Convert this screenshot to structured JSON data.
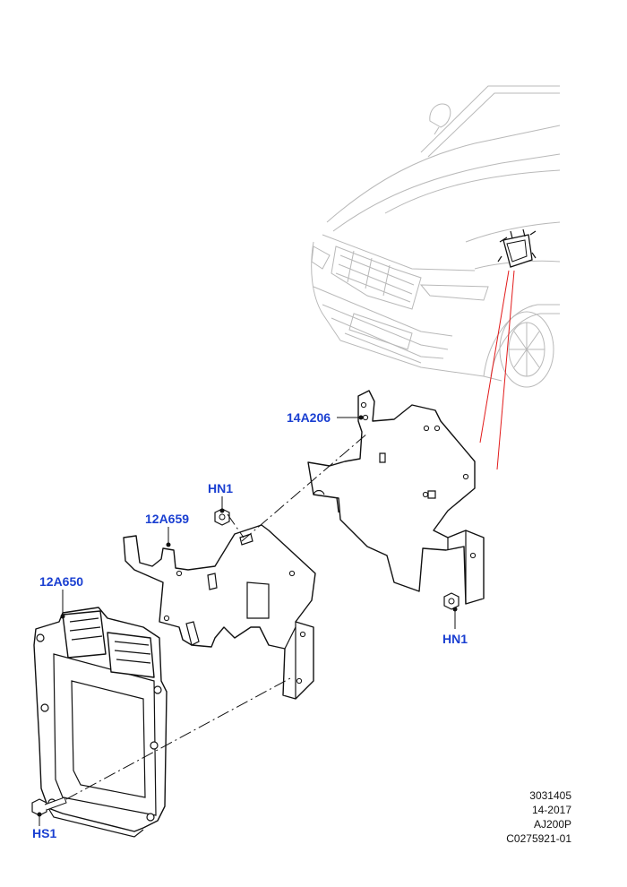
{
  "callouts": {
    "bracket_large": "14A206",
    "nut_upper": "HN1",
    "bracket_small": "12A659",
    "module": "12A650",
    "nut_lower": "HN1",
    "screw": "HS1"
  },
  "meta": {
    "line1": "3031405",
    "line2": "14-2017",
    "line3": "AJ200P",
    "line4": "C0275921-01"
  },
  "colors": {
    "callout": "#1a3fd1",
    "locator_line": "#e21b1b"
  }
}
